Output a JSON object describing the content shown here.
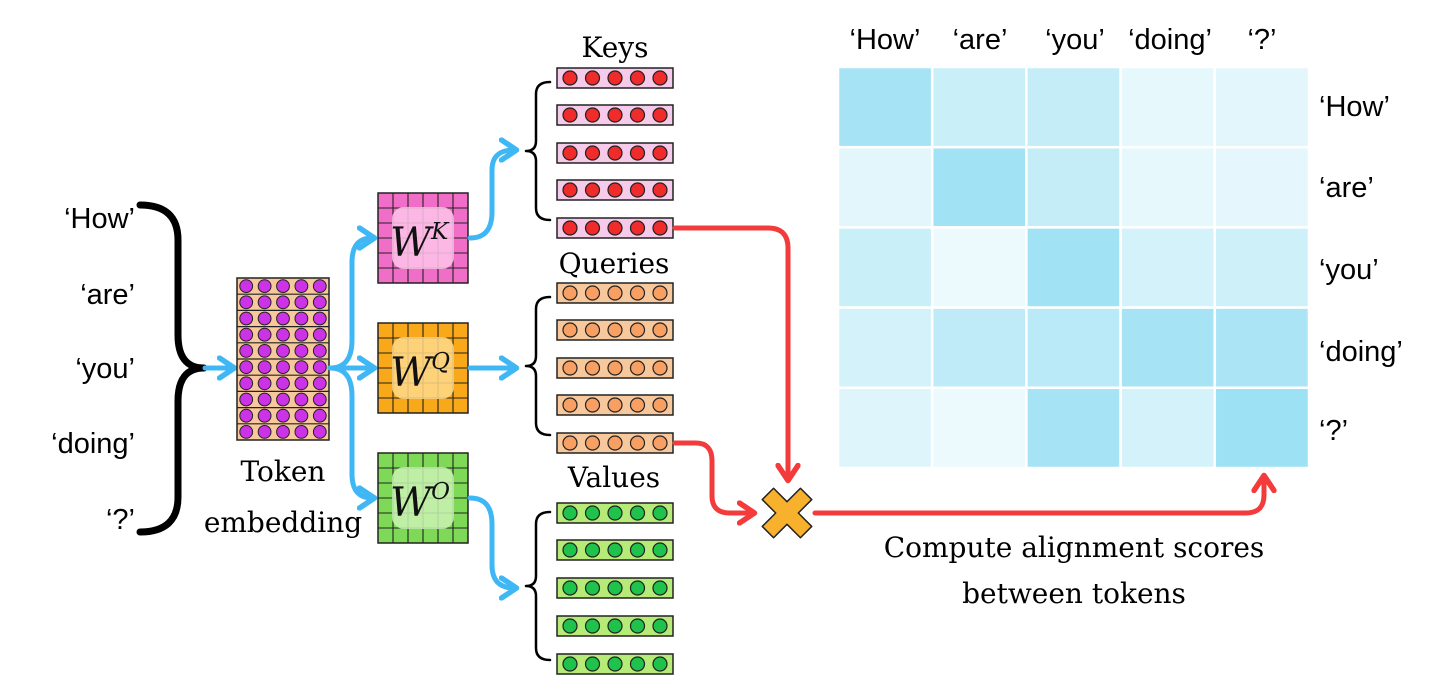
{
  "tokens": [
    "‘How’",
    "‘are’",
    "‘you’",
    "‘doing’",
    "‘?’"
  ],
  "labels": {
    "token_embedding_line1": "Token",
    "token_embedding_line2": "embedding",
    "keys": "Keys",
    "queries": "Queries",
    "values": "Values",
    "compute_line1": "Compute alignment scores",
    "compute_line2": "between tokens"
  },
  "weights": [
    {
      "letter": "W",
      "sup": "K",
      "fill": "#f06ec8",
      "glow": "#ffc4ea"
    },
    {
      "letter": "W",
      "sup": "Q",
      "fill": "#f8a818",
      "glow": "#ffd98a"
    },
    {
      "letter": "W",
      "sup": "O",
      "fill": "#7ed957",
      "glow": "#c9f2b2"
    }
  ],
  "colors": {
    "arrow_blue": "#3fb7f5",
    "arrow_red": "#f43b3b",
    "multiply": "#f8b12c",
    "embedding_dot": "#cc33e6",
    "embedding_bg": "#f7c89c",
    "key_dot": "#ef2b2b",
    "key_bg": "#f6cbe9",
    "query_dot": "#f8a064",
    "query_bg": "#f7c89c",
    "value_dot": "#1fc24a",
    "value_bg": "#b7eb78",
    "heat_cell": "#8ddcf2"
  },
  "score_matrix": [
    [
      0.75,
      0.4,
      0.45,
      0.1,
      0.15
    ],
    [
      0.15,
      0.8,
      0.45,
      0.1,
      0.12
    ],
    [
      0.4,
      0.05,
      0.8,
      0.3,
      0.35
    ],
    [
      0.3,
      0.5,
      0.55,
      0.75,
      0.7
    ],
    [
      0.2,
      0.05,
      0.75,
      0.3,
      0.85
    ]
  ]
}
